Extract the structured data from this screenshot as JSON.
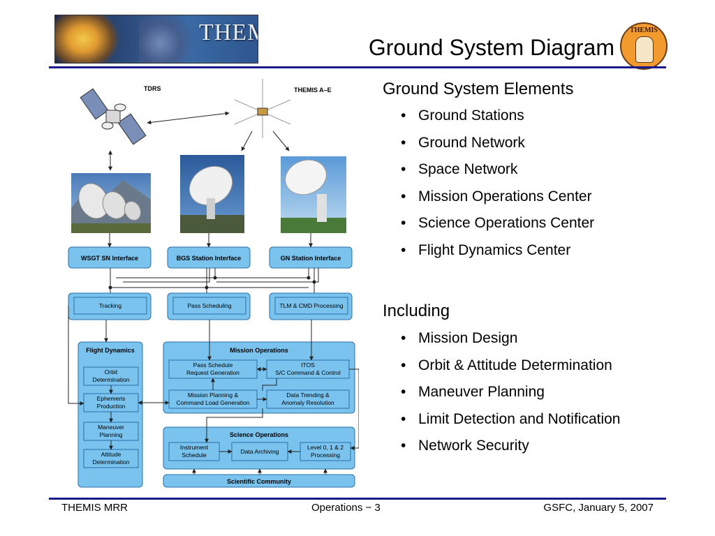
{
  "header": {
    "logo_text": "THEMIS",
    "title": "Ground System Diagram",
    "seal_text": "THEMIS"
  },
  "diagram": {
    "labels": {
      "tdrs": "TDRS",
      "themis": "THEMIS A–E",
      "wsgt": "WSGT SN Interface",
      "bgs": "BGS Station Interface",
      "gn": "GN Station Interface",
      "tracking": "Tracking",
      "pass_scheduling": "Pass Scheduling",
      "tlm_cmd": "TLM & CMD Processing",
      "flight_dynamics": "Flight Dynamics",
      "orbit_1": "Orbit",
      "orbit_2": "Determination",
      "ephemeris_1": "Ephemeris",
      "ephemeris_2": "Production",
      "maneuver_1": "Maneuver",
      "maneuver_2": "Planning",
      "attitude_1": "Attitude",
      "attitude_2": "Determination",
      "mission_operations": "Mission Operations",
      "pass_request_1": "Pass Schedule",
      "pass_request_2": "Request Generation",
      "itos_1": "ITOS",
      "itos_2": "S/C Command & Control",
      "mission_planning_1": "Mission Planning &",
      "mission_planning_2": "Command Load Generation",
      "data_trending_1": "Data Trending &",
      "data_trending_2": "Anomaly Resolution",
      "science_operations": "Science Operations",
      "instrument_1": "Instrument",
      "instrument_2": "Schedule",
      "data_archiving": "Data Archiving",
      "level_1": "Level 0, 1 & 2",
      "level_2": "Processing",
      "scientific_community": "Scientific Community"
    }
  },
  "ground_system_elements": {
    "heading": "Ground System Elements",
    "items": [
      "Ground Stations",
      "Ground Network",
      "Space Network",
      "Mission Operations Center",
      "Science Operations Center",
      "Flight Dynamics Center"
    ]
  },
  "including": {
    "heading": "Including",
    "items": [
      "Mission Design",
      "Orbit & Attitude Determination",
      "Maneuver Planning",
      "Limit Detection and Notification",
      "Network Security"
    ]
  },
  "bullet_char": "•",
  "footer": {
    "left": "THEMIS MRR",
    "center": "Operations − 3",
    "right": "GSFC, January 5, 2007"
  },
  "colors": {
    "box_fill": "#79c3ee",
    "box_stroke": "#2a6fa8",
    "rule": "#1a1a8a"
  }
}
